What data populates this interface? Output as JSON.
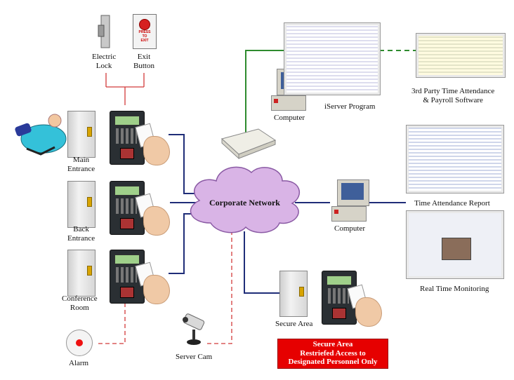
{
  "colors": {
    "solid_line": "#1f2d78",
    "access_line": "#d23a3a",
    "server_line": "#2e8b2e",
    "cloud": "#d9b4e6",
    "cloud_border": "#8a5aa4",
    "alert_bg": "#e60000"
  },
  "labels": {
    "electric_lock": "Electric\nLock",
    "exit_button": "Exit\nButton",
    "main_entrance": "Main\nEntrance",
    "back_entrance": "Back\nEntrance",
    "conference_room": "Conference\nRoom",
    "alarm": "Alarm",
    "server_cam": "Server Cam",
    "corporate_network": "Corporate Network",
    "computer_top": "Computer",
    "iserver_program": "iServer Program",
    "third_party": "3rd Party Time Attendance\n& Payroll Software",
    "time_attendance_report": "Time Attendance Report",
    "computer_mid": "Computer",
    "real_time_monitoring": "Real Time Monitoring",
    "secure_area": "Secure Area",
    "alert": "Secure Area\nRestriefed Access to\nDesignated Personnel Only",
    "exit_button_face": "PRESS\nTO\nEXIT"
  },
  "icons": [
    "electric-lock-icon",
    "exit-button-icon",
    "person-icon",
    "door-icon",
    "reader-icon",
    "hand-card-icon",
    "alarm-icon",
    "camera-icon",
    "router-icon",
    "computer-icon",
    "screenshot-icon"
  ]
}
